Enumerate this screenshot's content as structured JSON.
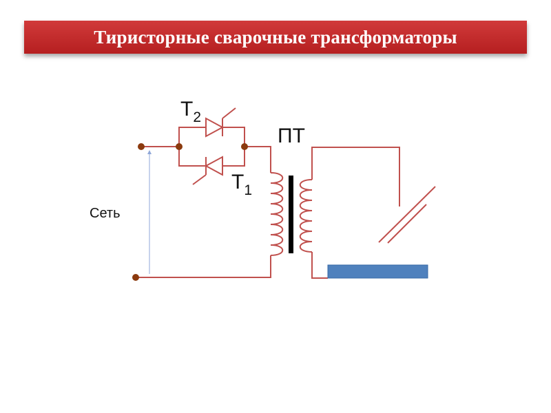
{
  "header": {
    "title": "Тиристорные сварочные трансформаторы"
  },
  "labels": {
    "thyristor_top": "Т",
    "thyristor_top_sub": "2",
    "thyristor_bottom": "Т",
    "thyristor_bottom_sub": "1",
    "transformer": "ПТ",
    "network": "Сеть"
  },
  "colors": {
    "title_bar": "#c0282a",
    "wire": "#c0504d",
    "node": "#8b3a0e",
    "core": "#000000",
    "workpiece": "#4f81bd",
    "voltage_arrow": "#8fa7d8"
  }
}
